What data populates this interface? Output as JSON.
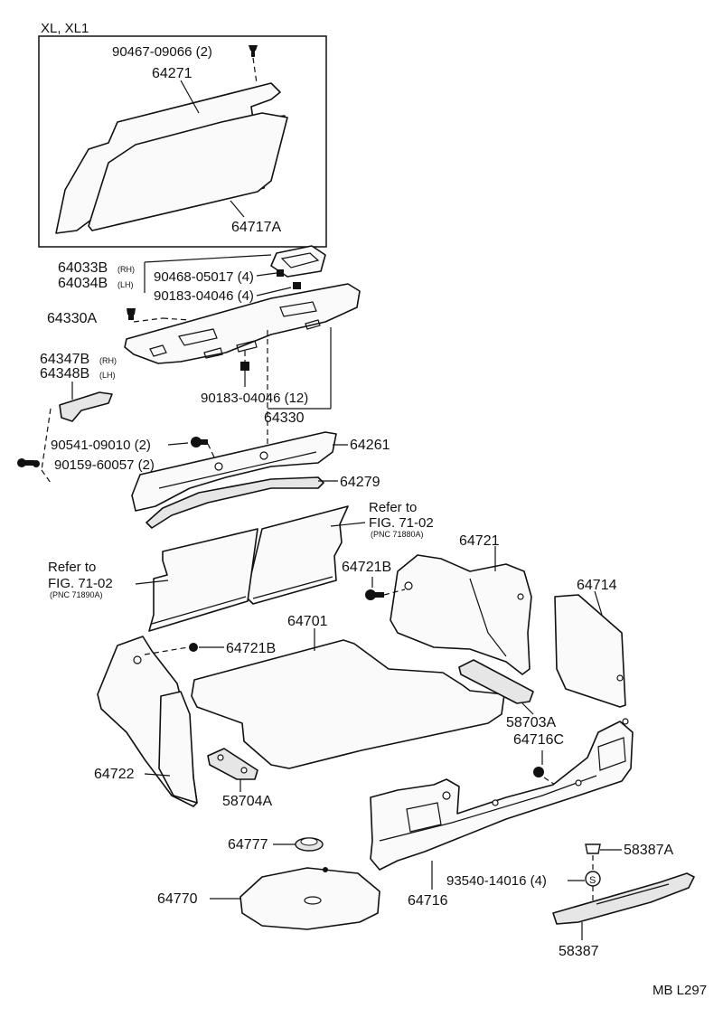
{
  "inset_title": "XL, XL1",
  "labels": {
    "p90467": "90467-09066 (2)",
    "p64271": "64271",
    "p64717A": "64717A",
    "p64033B": "64033B",
    "p64033B_side": "(RH)",
    "p64034B": "64034B",
    "p64034B_side": "(LH)",
    "p90468": "90468-05017 (4)",
    "p90183a": "90183-04046 (4)",
    "p64330A": "64330A",
    "p64347B": "64347B",
    "p64347B_side": "(RH)",
    "p64348B": "64348B",
    "p64348B_side": "(LH)",
    "p90183b": "90183-04046 (12)",
    "p64330": "64330",
    "p90541": "90541-09010 (2)",
    "p64261": "64261",
    "p90159": "90159-60057 (2)",
    "p64279": "64279",
    "ref1_line1": "Refer to",
    "ref1_line2": "FIG. 71-02",
    "ref1_pnc": "(PNC 71880A)",
    "ref2_line1": "Refer to",
    "ref2_line2": "FIG. 71-02",
    "ref2_pnc": "(PNC 71890A)",
    "p64721": "64721",
    "p64721B_a": "64721B",
    "p64714": "64714",
    "p64701": "64701",
    "p64721B_b": "64721B",
    "p58703A": "58703A",
    "p64716C": "64716C",
    "p64722": "64722",
    "p58704A": "58704A",
    "p64777": "64777",
    "p58387A": "58387A",
    "p93540": "93540-14016 (4)",
    "p64770": "64770",
    "p64716": "64716",
    "p58387": "58387",
    "footer_code": "MB L297"
  }
}
